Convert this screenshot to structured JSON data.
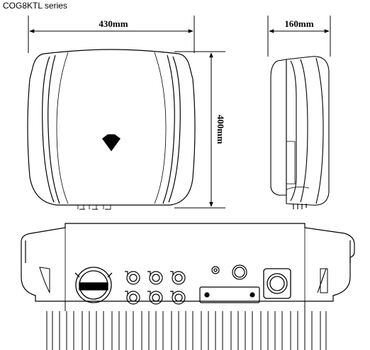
{
  "title": "COG8KTL series",
  "dimensions": {
    "width": "430mm",
    "depth": "160mm",
    "height": "400mm"
  }
}
